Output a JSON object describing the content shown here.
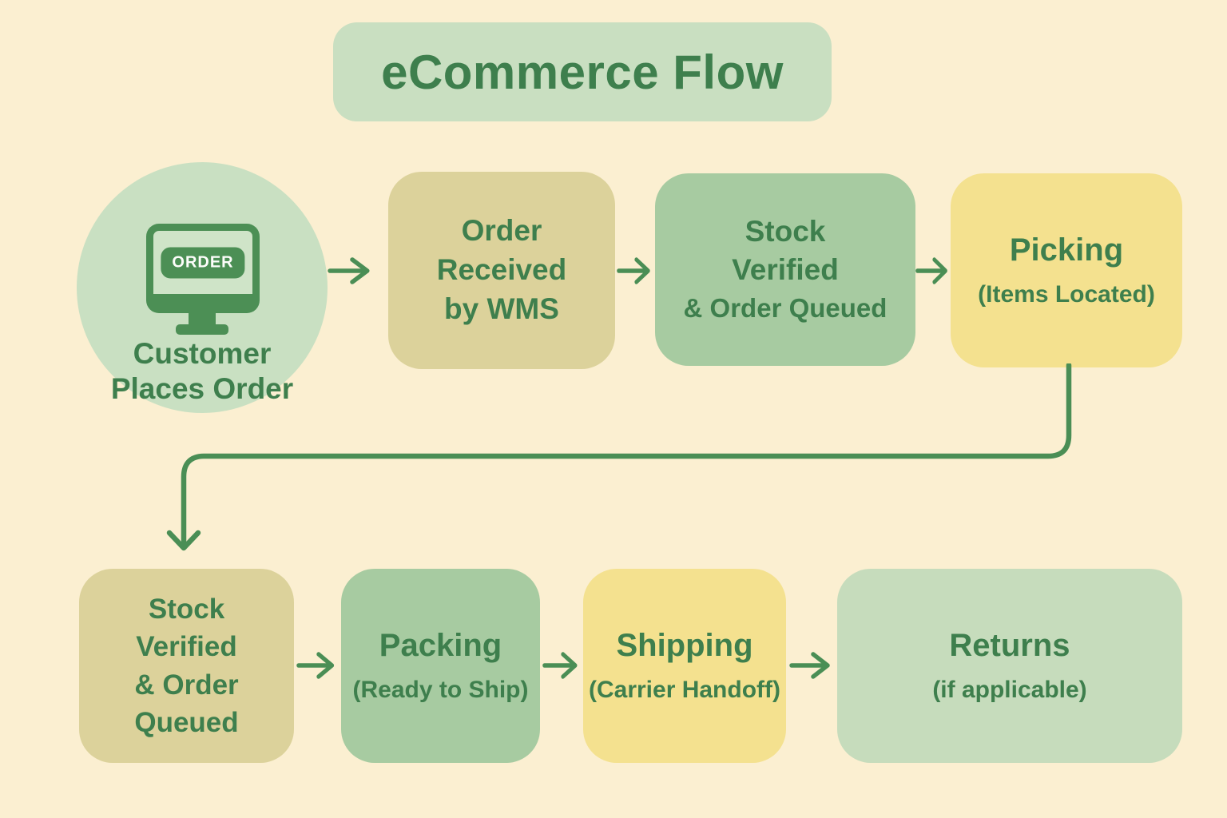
{
  "title": "eCommerce Flow",
  "colors": {
    "background": "#FBEFD1",
    "title_box": "#C9DFC1",
    "circle_bg": "#C9E0C2",
    "box_tan": "#DCD29B",
    "box_green": "#A7CBA1",
    "box_yellow": "#F4E18F",
    "box_light_green": "#C6DCBC",
    "text_green": "#3E7F4D",
    "arrow_green": "#4A8E55",
    "icon_green": "#4C8F55",
    "screen_bg": "#CFE4C8",
    "icon_label_white": "#FDFDFB"
  },
  "nodes": {
    "customer": {
      "monitor_label": "ORDER",
      "lines": [
        "Customer",
        "Places Order"
      ]
    },
    "order_received": {
      "lines": [
        "Order",
        "Received",
        "by WMS"
      ]
    },
    "stock_top": {
      "lines": [
        "Stock",
        "Verified"
      ],
      "subline": "& Order Queued"
    },
    "picking": {
      "title": "Picking",
      "subtitle": "(Items Located)"
    },
    "stock_bottom": {
      "lines": [
        "Stock",
        "Verified",
        "& Order",
        "Queued"
      ]
    },
    "packing": {
      "title": "Packing",
      "subtitle": "(Ready to Ship)"
    },
    "shipping": {
      "title": "Shipping",
      "subtitle": "(Carrier Handoff)"
    },
    "returns": {
      "title": "Returns",
      "subtitle": "(if applicable)"
    }
  }
}
